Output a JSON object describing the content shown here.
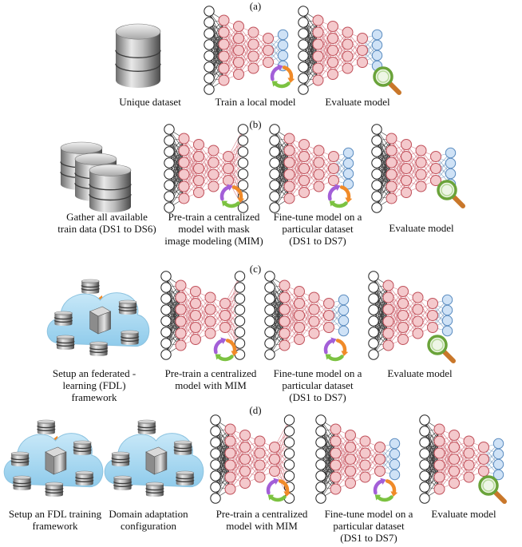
{
  "panels": {
    "a": {
      "title": "(a)",
      "labels": [
        "Unique dataset",
        "Train a local model",
        "Evaluate model"
      ]
    },
    "b": {
      "title": "(b)",
      "labels": [
        "Gather all available\ntrain data (DS1 to DS6)",
        "Pre-train a centralized\nmodel with mask\nimage modeling (MIM)",
        "Fine-tune model on a\nparticular dataset\n(DS1 to DS7)",
        "Evaluate model"
      ]
    },
    "c": {
      "title": "(c)",
      "labels": [
        "Setup an federated -\nlearning (FDL)\nframework",
        "Pre-train a centralized\nmodel with MIM",
        "Fine-tune model on a\nparticular dataset\n(DS1 to DS7)",
        "Evaluate model"
      ]
    },
    "d": {
      "title": "(d)",
      "labels": [
        "Setup an FDL training\nframework",
        "Domain adaptation\nconfiguration",
        "Pre-train a centralized\nmodel with MIM",
        "Fine-tune model on a\nparticular dataset\n(DS1 to DS7)",
        "Evaluate model"
      ]
    }
  },
  "colors": {
    "input_node": "#ffffff",
    "hidden_node": "#f4c9cc",
    "output_node": "#cfe2f6",
    "cloud": "#a9d8f2",
    "cycle_orange": "#f08a28",
    "cycle_green": "#7cc241",
    "cycle_purple": "#a35fd8",
    "magnifier_handle": "#c9772a",
    "magnifier_ring": "#6aa33a"
  },
  "icons": [
    "database-icon",
    "database-stack-icon",
    "neural-network-icon",
    "training-cycle-icon",
    "magnifier-icon",
    "federated-cloud-icon",
    "server-icon"
  ]
}
